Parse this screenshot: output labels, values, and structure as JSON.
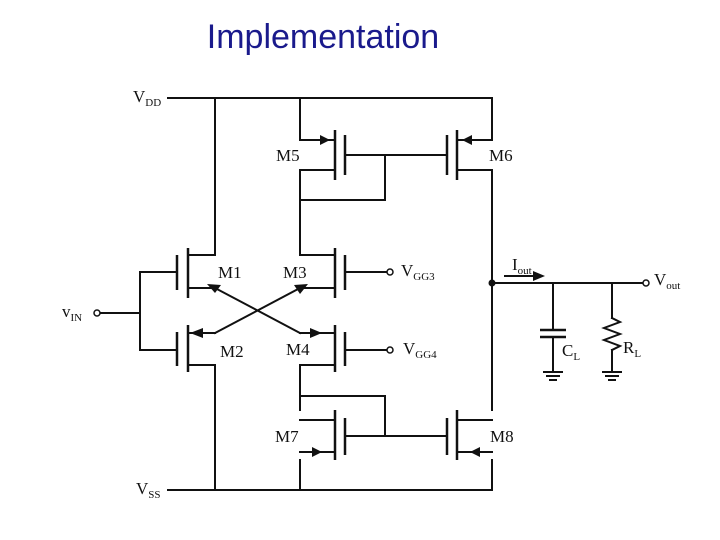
{
  "slide": {
    "title": "Implementation"
  },
  "circuit": {
    "supply_top": {
      "main": "V",
      "sub": "DD"
    },
    "supply_bottom": {
      "main": "V",
      "sub": "SS"
    },
    "input": {
      "main": "v",
      "sub": "IN"
    },
    "output": {
      "main": "V",
      "sub": "out"
    },
    "current": {
      "main": "I",
      "sub": "out"
    },
    "bias3": {
      "main": "V",
      "sub": "GG3"
    },
    "bias4": {
      "main": "V",
      "sub": "GG4"
    },
    "cap": {
      "main": "C",
      "sub": "L"
    },
    "res": {
      "main": "R",
      "sub": "L"
    },
    "transistors": {
      "m1": "M1",
      "m2": "M2",
      "m3": "M3",
      "m4": "M4",
      "m5": "M5",
      "m6": "M6",
      "m7": "M7",
      "m8": "M8"
    }
  }
}
